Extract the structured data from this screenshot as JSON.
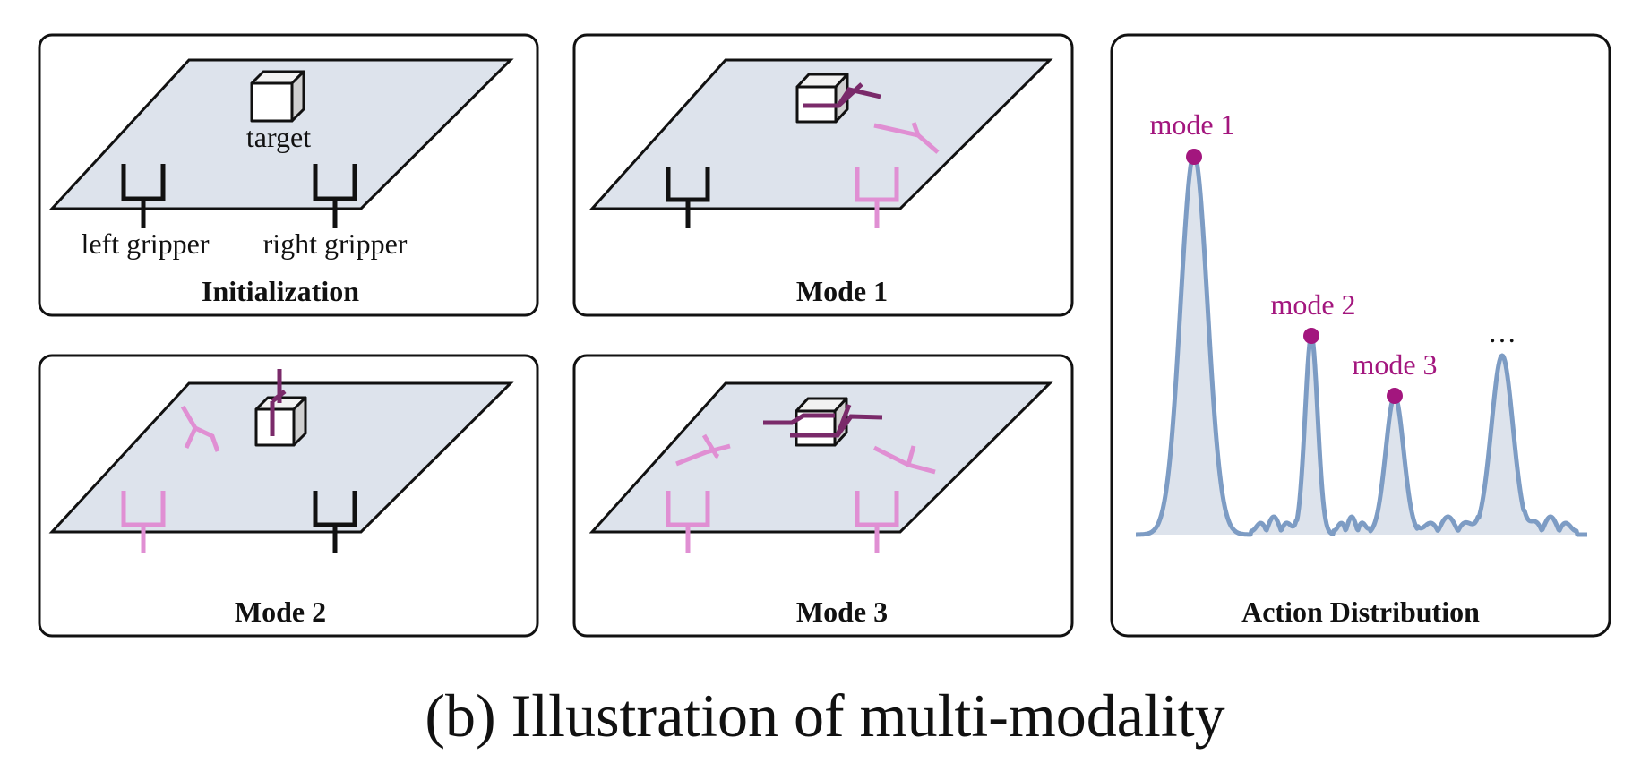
{
  "caption": "(b) Illustration of multi-modality",
  "panels": {
    "init": {
      "title": "Initialization",
      "target_label": "target",
      "left_gripper_label": "left gripper",
      "right_gripper_label": "right gripper"
    },
    "mode1": {
      "title": "Mode 1"
    },
    "mode2": {
      "title": "Mode 2"
    },
    "mode3": {
      "title": "Mode 3"
    },
    "dist": {
      "title": "Action Distribution",
      "mode_labels": [
        "mode 1",
        "mode 2",
        "mode 3"
      ],
      "ellipsis": "…"
    }
  },
  "colors": {
    "gripper_idle": "#111111",
    "gripper_light": "#e08fd3",
    "gripper_dark": "#7a2a6a",
    "mode_marker": "#a3167e",
    "curve": "#7d9cc4",
    "curve_fill": "#dde3ec"
  }
}
